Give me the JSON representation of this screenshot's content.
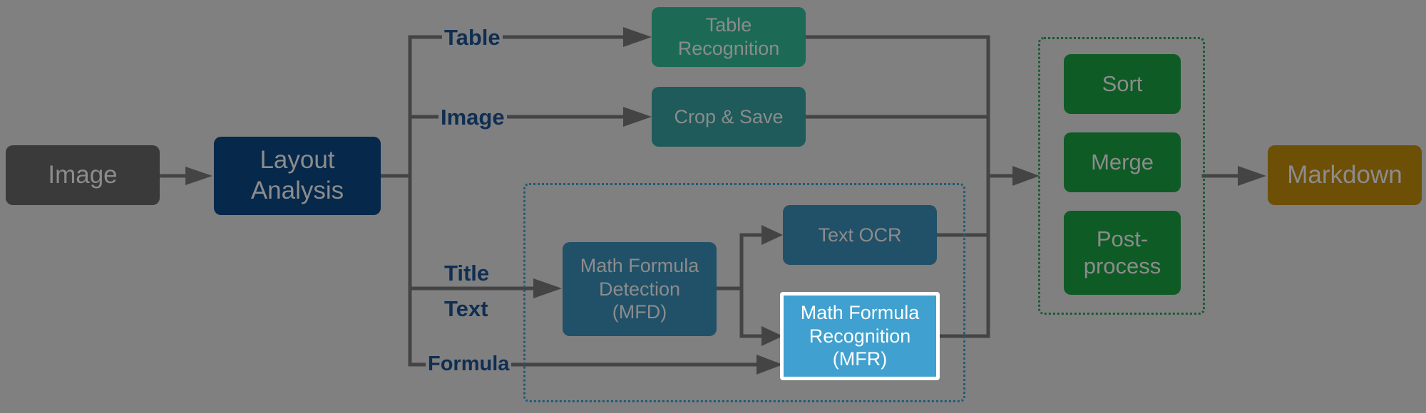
{
  "colors": {
    "background": "#808080",
    "arrow": "#444444",
    "input_node": "#3a3a3a",
    "layout_node": "#06284b",
    "table_node": "#1c6a55",
    "crop_node": "#1e5b5a",
    "text_branch_nodes": "#215168",
    "highlight_node": "#40a0cf",
    "postprocess_nodes": "#0f5b26",
    "output_node": "#6e4f06",
    "branch_label": "#0f2e52",
    "text_group_border": "#1f5b78",
    "post_group_border": "#1a5a32",
    "dim_node_text": "#8c8c8c",
    "highlight_text": "#ffffff"
  },
  "nodes": {
    "input": "Image",
    "layout": "Layout\nAnalysis",
    "table_recognition": "Table\nRecognition",
    "crop_save": "Crop & Save",
    "mfd": "Math Formula\nDetection\n(MFD)",
    "text_ocr": "Text OCR",
    "mfr": "Math Formula\nRecognition\n(MFR)",
    "sort": "Sort",
    "merge": "Merge",
    "postprocess": "Post-\nprocess",
    "output": "Markdown"
  },
  "branches": {
    "table": "Table",
    "image": "Image",
    "title": "Title",
    "text": "Text",
    "formula": "Formula"
  }
}
